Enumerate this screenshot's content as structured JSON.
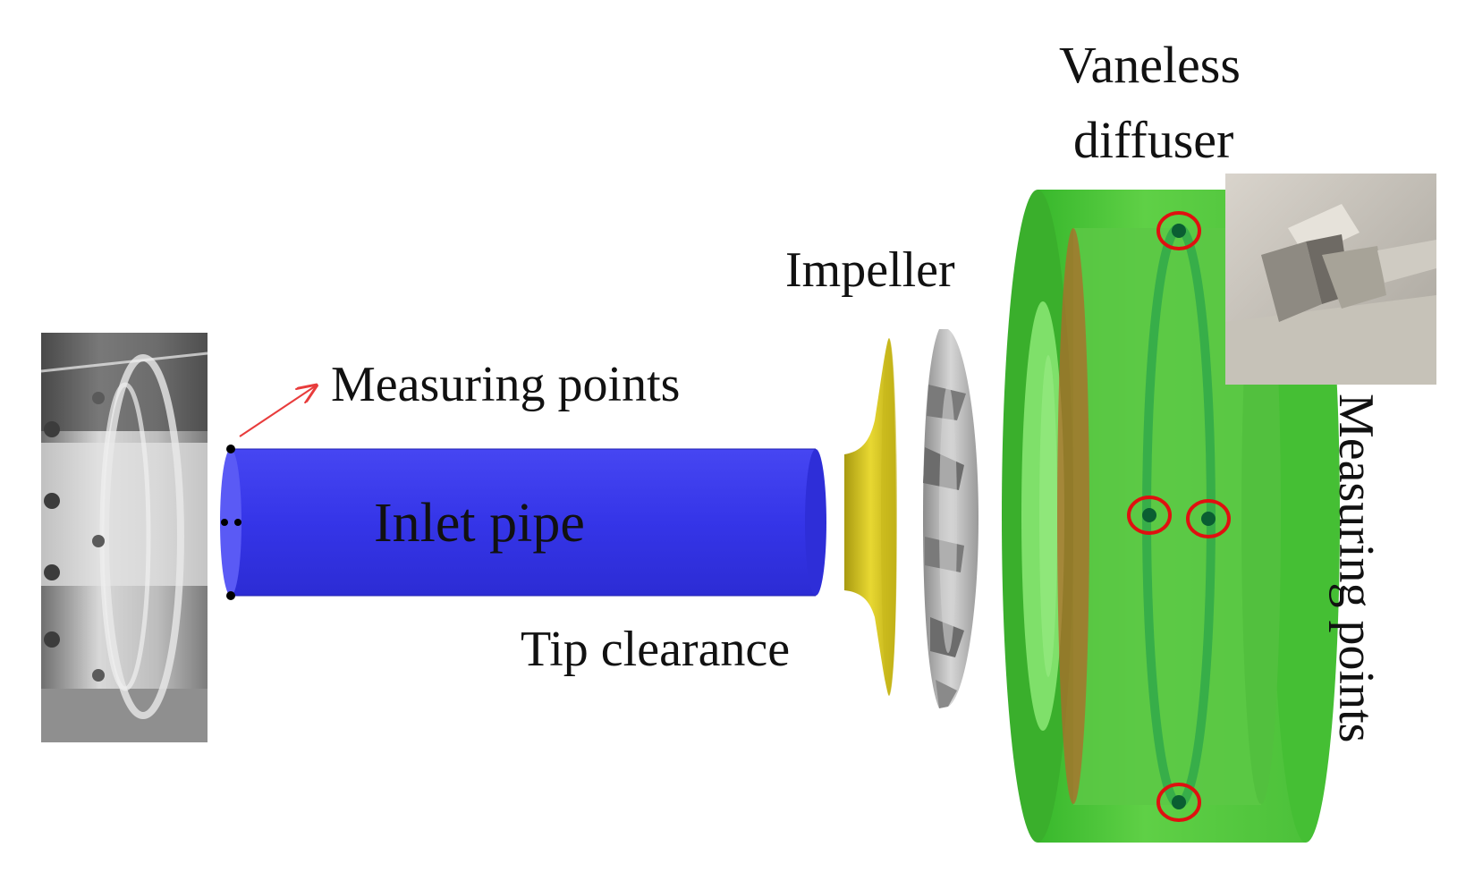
{
  "labels": {
    "measuring_points_left": "Measuring points",
    "inlet_pipe": "Inlet pipe",
    "impeller": "Impeller",
    "tip_clearance": "Tip clearance",
    "vaneless_line1": "Vaneless",
    "vaneless_line2": "diffuser",
    "measuring_points_right": "Measuring points"
  },
  "colors": {
    "inlet_pipe": "#3b3bee",
    "shroud": "#d8c71e",
    "impeller": "#b9b9b9",
    "diffuser_outer": "#4fc63a",
    "diffuser_inner": "#6ad24c",
    "measuring_marker": "#e01010",
    "arrow": "#e83c3c"
  },
  "icons": {
    "photo_left": "test-rig-photo",
    "photo_right": "pressure-probe-photo"
  }
}
